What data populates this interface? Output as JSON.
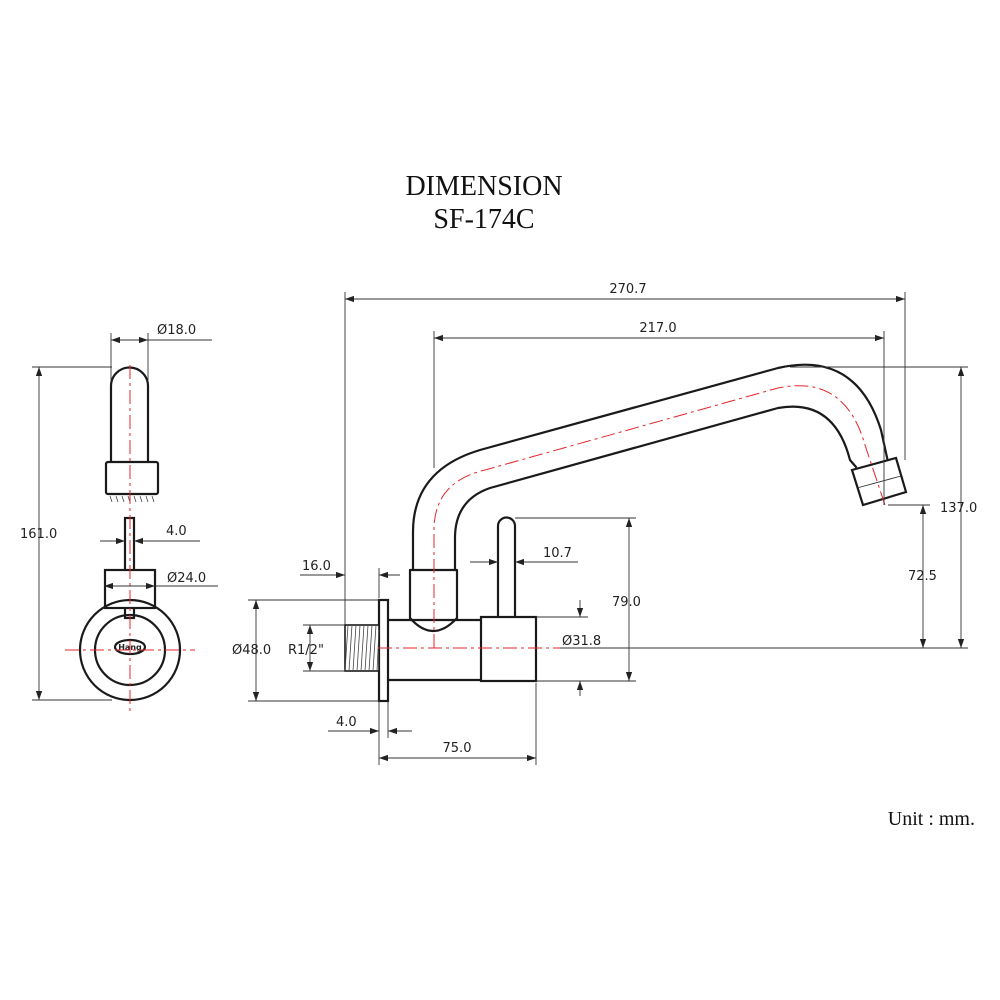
{
  "title": {
    "line1": "DIMENSION",
    "line2": "SF-174C"
  },
  "unit_label": "Unit : mm.",
  "logo_text": "Hang",
  "dimensions": {
    "side_tube_dia": "Ø18.0",
    "side_handle_width": "4.0",
    "side_body_dia": "Ø24.0",
    "side_height": "161.0",
    "overall_length": "270.7",
    "spout_reach": "217.0",
    "flange_offset": "16.0",
    "flange_dia": "Ø48.0",
    "thread_size": "R1/2\"",
    "flange_thickness": "4.0",
    "body_length": "75.0",
    "handle_width": "10.7",
    "handle_height": "79.0",
    "body_dia": "Ø31.8",
    "outlet_height": "72.5",
    "overall_height": "137.0"
  }
}
